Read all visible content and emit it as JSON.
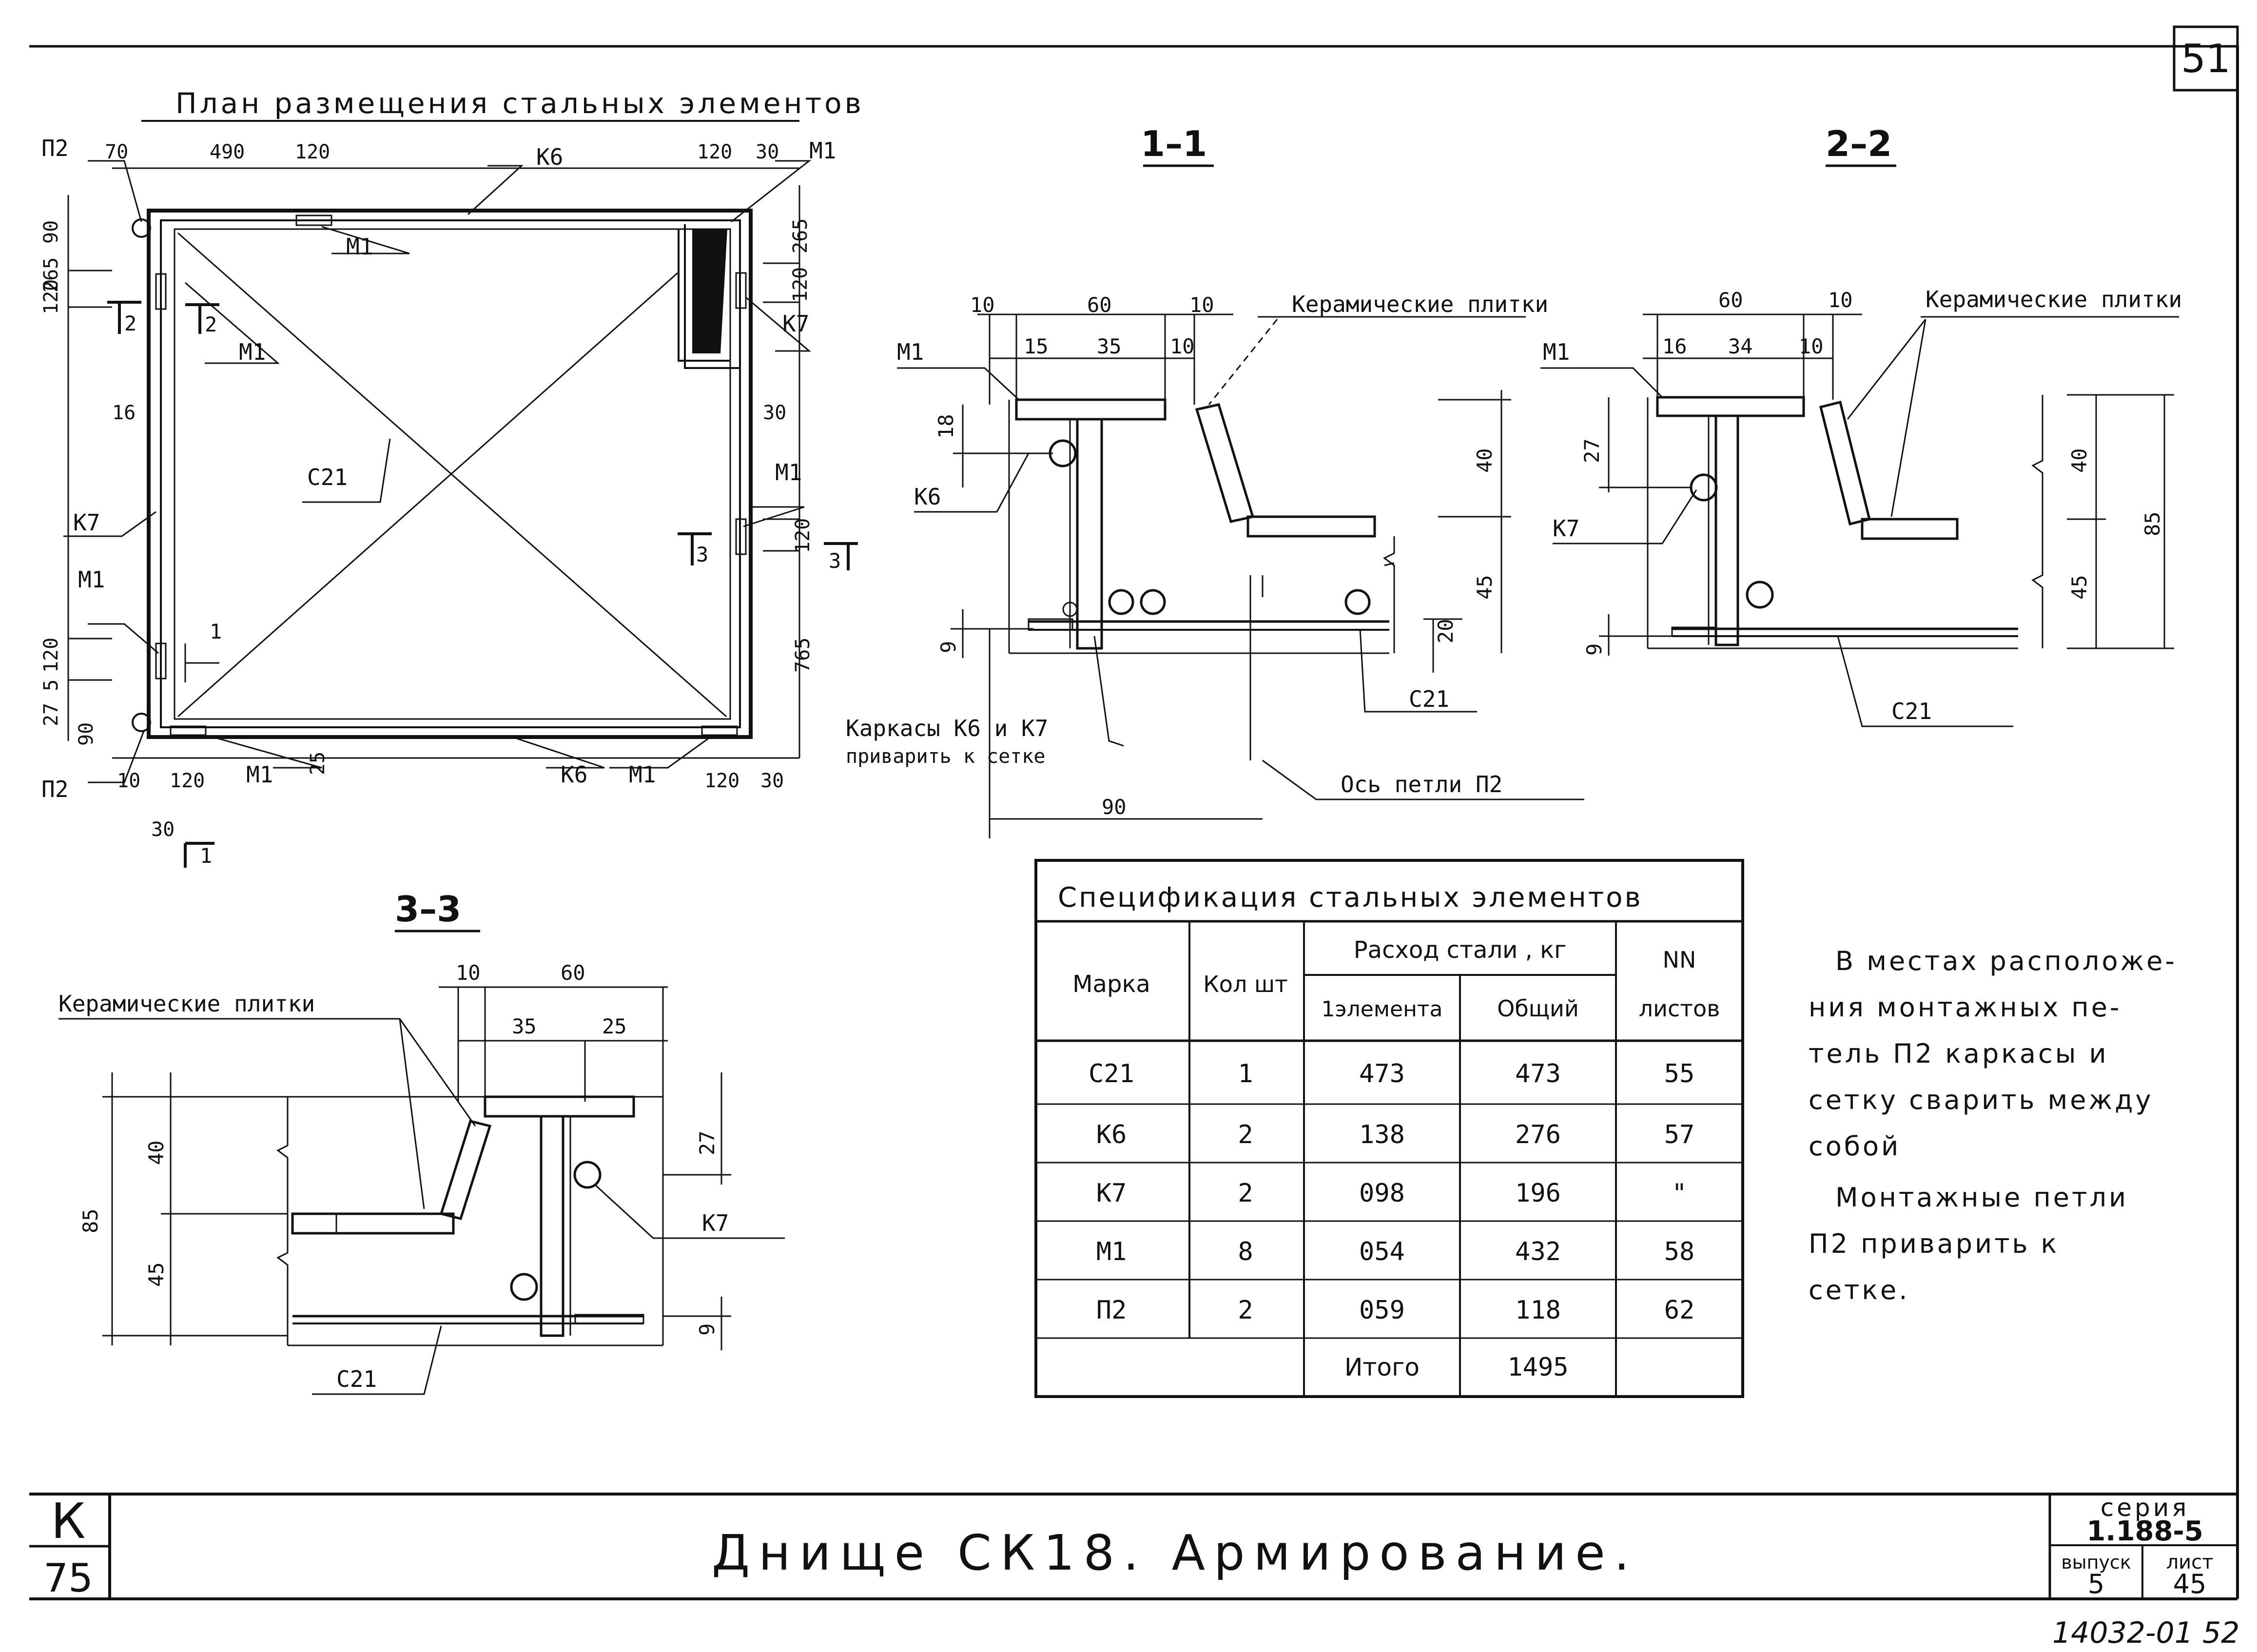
{
  "sheet_number_corner": "51",
  "plan": {
    "title": "План размещения стальных элементов",
    "labels": {
      "p2_top": "П2",
      "p2_bottom": "П2",
      "k6_top": "К6",
      "k6_bottom": "К6",
      "k7_left": "К7",
      "k7_right": "К7",
      "m1_top_right": "М1",
      "m1_top_mid": "М1",
      "m1_left_inner": "М1",
      "m1_right": "М1",
      "m1_left": "М1",
      "m1_bottom_left": "М1",
      "m1_bottom_right": "М1",
      "c21": "С21",
      "cut_2_left": "2",
      "cut_2_right": "2",
      "cut_3_left": "3",
      "cut_3_right": "3",
      "cut_1_side": "1",
      "cut_1_bottom": "1"
    },
    "dims": {
      "d70": "70",
      "d490": "490",
      "d120a": "120",
      "d120b": "120",
      "d30a": "30",
      "d90a": "90",
      "d265a": "265",
      "d120c": "120",
      "d16": "16",
      "d30b": "30",
      "d265b": "265",
      "d120d": "120",
      "d120e": "120",
      "d765": "765",
      "d120f": "120",
      "d27_5": "27 5",
      "d90b": "90",
      "d10": "10",
      "d120g": "120",
      "d25": "25",
      "d120h": "120",
      "d30c": "30",
      "d30d": "30"
    }
  },
  "section_1_1": {
    "title": "1–1",
    "labels": {
      "tiles": "Керамические плитки",
      "m1": "М1",
      "k6": "К6",
      "c21": "С21",
      "weld_note_1": "Каркасы К6 и К7",
      "weld_note_2": "приварить к сетке",
      "loop_axis": "Ось петли П2"
    },
    "dims": {
      "d10a": "10",
      "d60": "60",
      "d10b": "10",
      "d15": "15",
      "d35": "35",
      "d10c": "10",
      "d18": "18",
      "d40": "40",
      "d45": "45",
      "d20": "20",
      "d9": "9",
      "d90": "90"
    }
  },
  "section_2_2": {
    "title": "2–2",
    "labels": {
      "tiles": "Керамические плитки",
      "m1": "М1",
      "k7": "К7",
      "c21": "С21"
    },
    "dims": {
      "d60": "60",
      "d10a": "10",
      "d16": "16",
      "d34": "34",
      "d10b": "10",
      "d27": "27",
      "d40": "40",
      "d45": "45",
      "d85": "85",
      "d9": "9"
    }
  },
  "section_3_3": {
    "title": "3–3",
    "labels": {
      "tiles": "Керамические плитки",
      "k7": "К7",
      "c21": "С21"
    },
    "dims": {
      "d10": "10",
      "d60": "60",
      "d35": "35",
      "d25": "25",
      "d40": "40",
      "d45": "45",
      "d85": "85",
      "d27": "27",
      "d9": "9"
    }
  },
  "spec_table": {
    "title": "Спецификация стальных элементов",
    "headers": {
      "mark": "Марка",
      "qty": "Кол шт",
      "steel": "Расход стали , кг",
      "per_el": "1элемента",
      "total": "Общий",
      "sheets_1": "NN",
      "sheets_2": "листов"
    },
    "rows": [
      {
        "mark": "С21",
        "qty": "1",
        "per_el": "473",
        "total": "473",
        "sheet": "55"
      },
      {
        "mark": "К6",
        "qty": "2",
        "per_el": "138",
        "total": "276",
        "sheet": "57"
      },
      {
        "mark": "К7",
        "qty": "2",
        "per_el": "098",
        "total": "196",
        "sheet": "\""
      },
      {
        "mark": "М1",
        "qty": "8",
        "per_el": "054",
        "total": "432",
        "sheet": "58"
      },
      {
        "mark": "П2",
        "qty": "2",
        "per_el": "059",
        "total": "118",
        "sheet": "62"
      }
    ],
    "total_label": "Итого",
    "total_value": "1495"
  },
  "notes": [
    "В местах расположе-",
    "ния монтажных пе-",
    "тель П2 каркасы и",
    "сетку сварить между",
    "собой",
    "Монтажные петли",
    "П2 приварить к",
    "сетке."
  ],
  "title_block": {
    "stamp_k": "К",
    "stamp_75": "75",
    "title": "Днище СК18. Армирование.",
    "series_label": "серия",
    "series_value": "1.188-5",
    "issue_label": "выпуск",
    "issue_value": "5",
    "sheet_label": "лист",
    "sheet_value": "45",
    "archive_no": "14032-01 52"
  }
}
